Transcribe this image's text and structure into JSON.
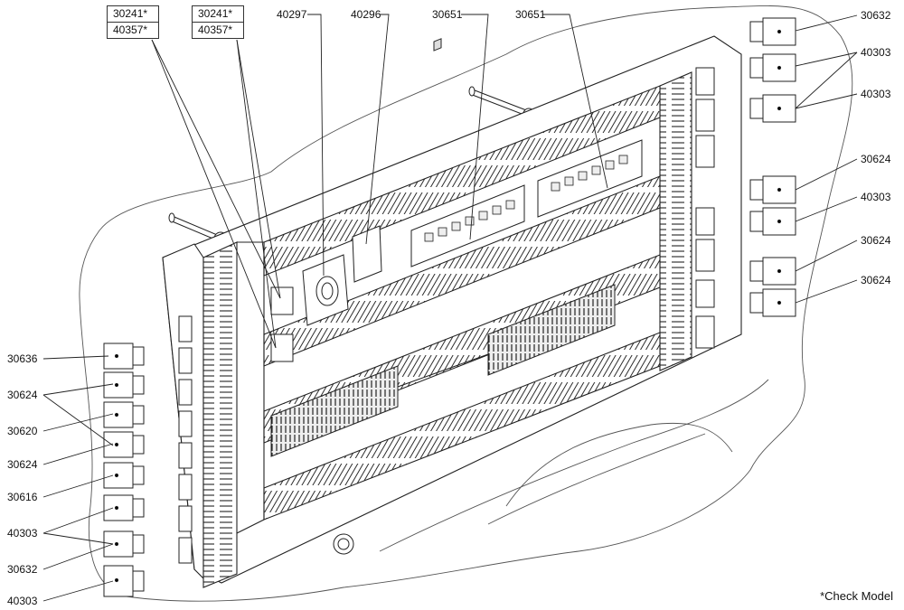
{
  "top_boxes": [
    {
      "line1": "30241*",
      "line2": "40357*"
    },
    {
      "line1": "30241*",
      "line2": "40357*"
    }
  ],
  "top_labels": [
    "40297",
    "40296",
    "30651",
    "30651"
  ],
  "left_labels": [
    "30636",
    "30624",
    "30620",
    "30624",
    "30616",
    "40303",
    "30632",
    "40303"
  ],
  "right_labels": [
    "30632",
    "40303",
    "40303",
    "30624",
    "40303",
    "30624",
    "30624"
  ],
  "note": "*Check Model"
}
